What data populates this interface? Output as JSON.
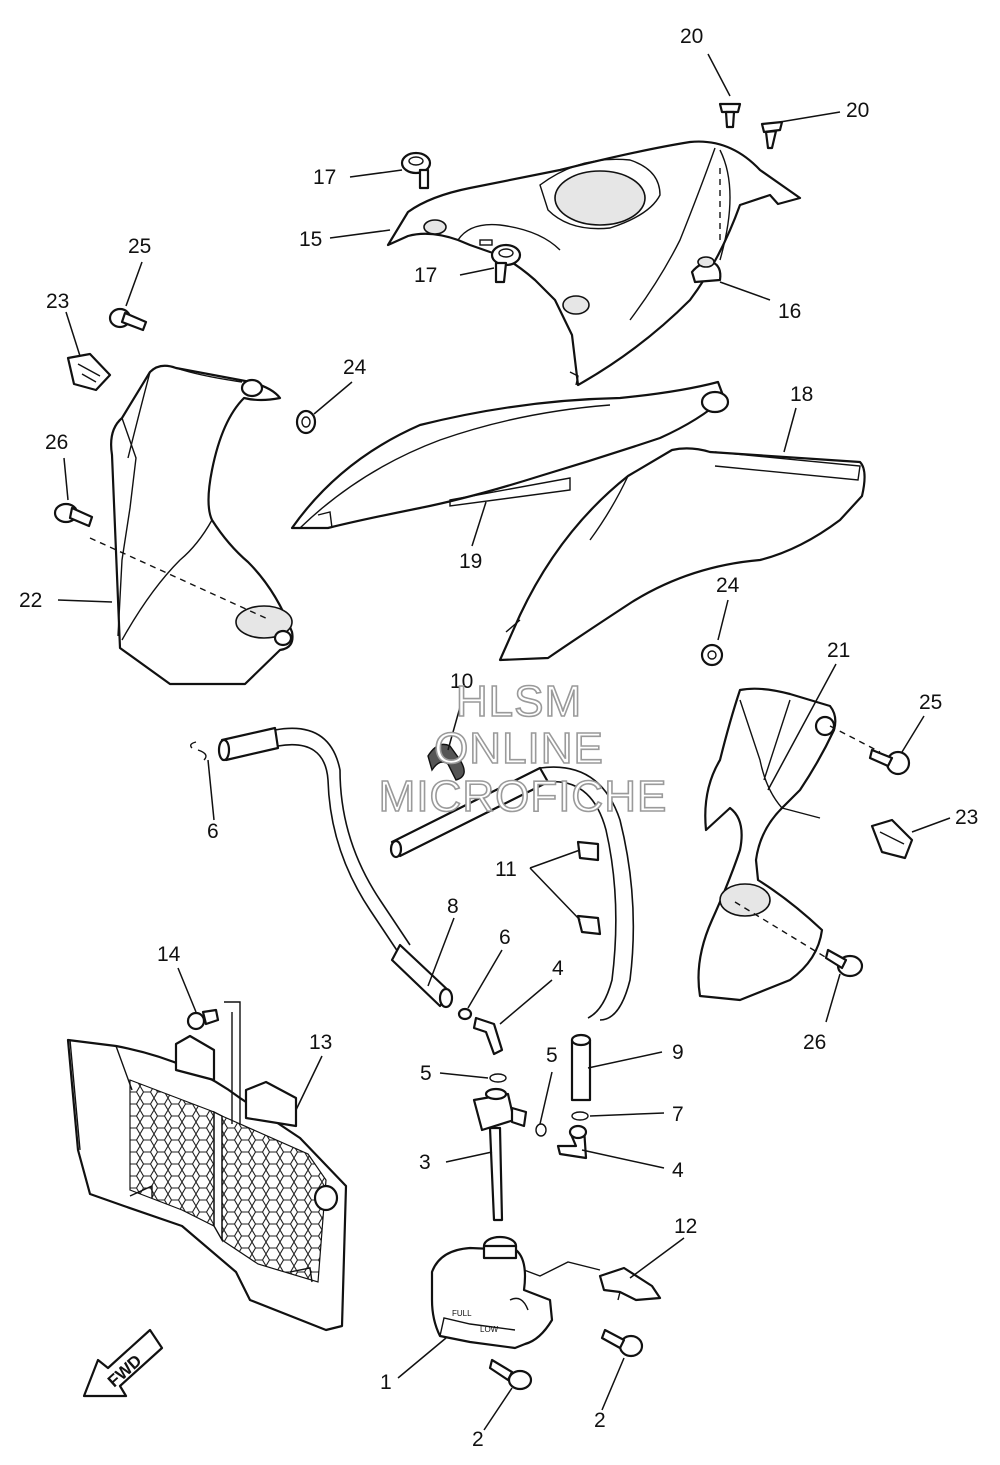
{
  "callouts": [
    {
      "label": "20"
    },
    {
      "label": "20"
    },
    {
      "label": "17"
    },
    {
      "label": "15"
    },
    {
      "label": "17"
    },
    {
      "label": "16"
    },
    {
      "label": "25"
    },
    {
      "label": "23"
    },
    {
      "label": "24"
    },
    {
      "label": "18"
    },
    {
      "label": "26"
    },
    {
      "label": "19"
    },
    {
      "label": "22"
    },
    {
      "label": "24"
    },
    {
      "label": "21"
    },
    {
      "label": "10"
    },
    {
      "label": "25"
    },
    {
      "label": "23"
    },
    {
      "label": "6"
    },
    {
      "label": "11"
    },
    {
      "label": "8"
    },
    {
      "label": "6"
    },
    {
      "label": "4"
    },
    {
      "label": "26"
    },
    {
      "label": "14"
    },
    {
      "label": "13"
    },
    {
      "label": "9"
    },
    {
      "label": "5"
    },
    {
      "label": "5"
    },
    {
      "label": "7"
    },
    {
      "label": "3"
    },
    {
      "label": "4"
    },
    {
      "label": "12"
    },
    {
      "label": "1"
    },
    {
      "label": "2"
    },
    {
      "label": "2"
    }
  ],
  "watermark": {
    "line1": "HLSM",
    "line2": "ONLINE",
    "line3": "MICROFICHE"
  },
  "fwd_arrow": {
    "text": "FWD"
  },
  "icons": [
    "fwd-arrow-icon"
  ]
}
